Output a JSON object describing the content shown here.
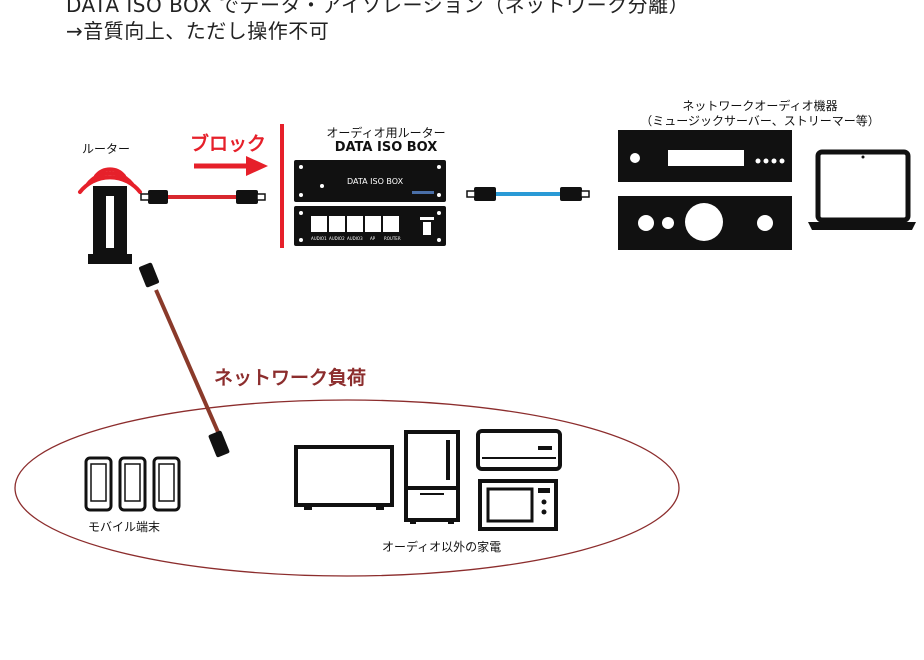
{
  "header": {
    "line1": "DATA ISO BOX でデータ・アイソレーション（ネットワーク分離）",
    "line2": "→音質向上、ただし操作不可"
  },
  "router": {
    "label": "ルーター"
  },
  "block": {
    "label": "ブロック"
  },
  "data_iso_box": {
    "title": "オーディオ用ルーター",
    "name": "DATA ISO BOX",
    "panel_label": "DATA ISO BOX",
    "ports": [
      "AUDIO1",
      "AUDIO2",
      "AUDIO3",
      "AP",
      "ROUTER"
    ]
  },
  "network_audio": {
    "title_line1": "ネットワークオーディオ機器",
    "title_line2": "（ミュージックサーバー、ストリーマー等）"
  },
  "network_load": {
    "label": "ネットワーク負荷"
  },
  "mobile": {
    "label": "モバイル端末"
  },
  "appliances": {
    "label": "オーディオ以外の家電"
  },
  "colors": {
    "block_red": "#e6202a",
    "cable_red": "#d8282e",
    "cable_blue": "#2a9ad6",
    "cable_brown": "#8a3a2a",
    "ellipse": "#8c2d2d",
    "device": "#111111"
  }
}
